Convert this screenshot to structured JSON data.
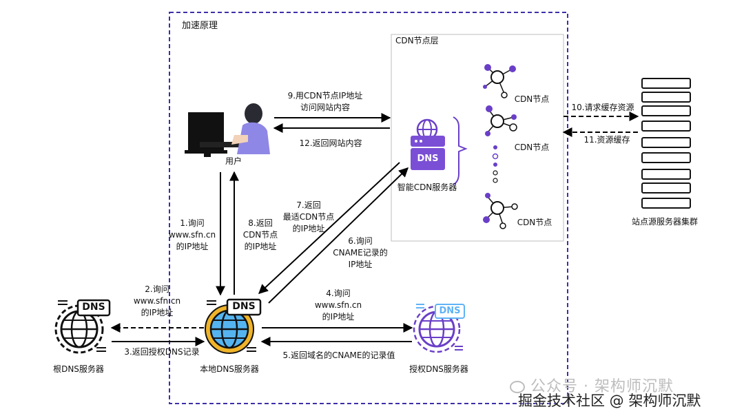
{
  "frame": {
    "title": "加速原理"
  },
  "cdn_layer": {
    "title": "CDN节点层",
    "smart_dns": "智能CDN服务器",
    "dns_badge": "DNS",
    "nodes": [
      "CDN节点",
      "CDN节点",
      "CDN节点"
    ]
  },
  "user": {
    "label": "用户"
  },
  "servers": {
    "root": {
      "label": "根DNS服务器",
      "badge": "DNS"
    },
    "local": {
      "label": "本地DNS服务器",
      "badge": "DNS"
    },
    "auth": {
      "label": "授权DNS服务器",
      "badge": "DNS"
    },
    "origin": {
      "label": "站点源服务器集群"
    }
  },
  "steps": {
    "s1": [
      "1.询问",
      "www.sfn.cn",
      "的IP地址"
    ],
    "s2": [
      "2.询问",
      "www.sfn.cn",
      "的IP地址"
    ],
    "s3": "3.返回授权DNS记录",
    "s4": [
      "4.询问",
      "www.sfn.cn",
      "的IP地址"
    ],
    "s5": "5.返回域名的CNAME的记录值",
    "s6": [
      "6.询问",
      "CNAME记录的",
      "IP地址"
    ],
    "s7": [
      "7.返回",
      "最适CDN节点",
      "的IP地址"
    ],
    "s8": [
      "8.返回",
      "CDN节点",
      "的IP地址"
    ],
    "s9": [
      "9.用CDN节点IP地址",
      "访问网站内容"
    ],
    "s10": "10.请求缓存资源",
    "s11": "11.资源缓存",
    "s12": "12.返回网站内容"
  },
  "watermark": {
    "line1": "公众号 · 架构师沉默",
    "line2": "掘金技术社区 @ 架构师沉默"
  },
  "colors": {
    "frame": "#3b2fa8",
    "purple": "#6a3fc8",
    "globe_orange": "#f0b429",
    "globe_blue": "#55b4f0",
    "auth_blue": "#5fb3f5"
  }
}
